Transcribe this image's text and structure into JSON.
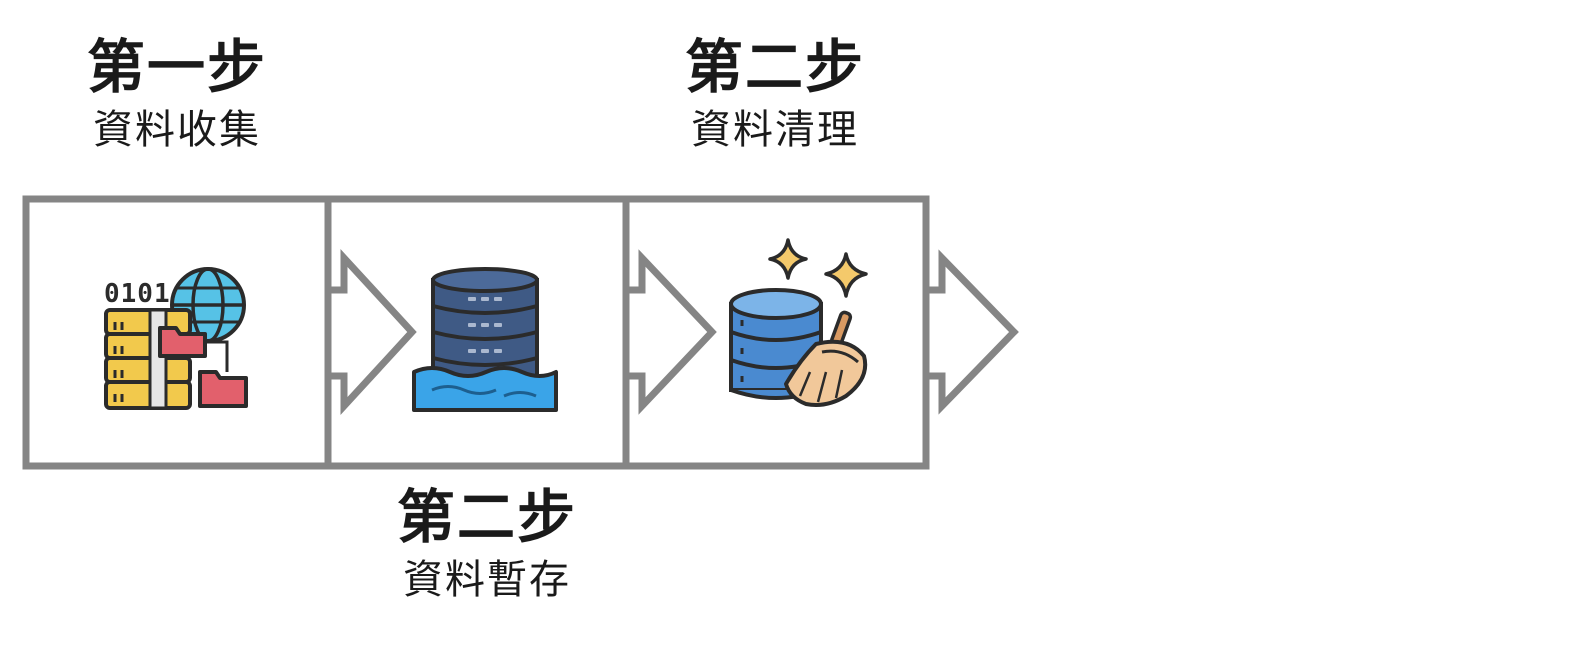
{
  "steps": [
    {
      "title": "第一步",
      "subtitle": "資料收集",
      "icon": "data-collection-icon"
    },
    {
      "title": "第二步",
      "subtitle": "資料暫存",
      "icon": "database-storage-icon"
    },
    {
      "title": "第二步",
      "subtitle": "資料清理",
      "icon": "data-cleaning-icon"
    }
  ],
  "icon_text": {
    "binary": "0101"
  },
  "colors": {
    "outline": "#858585",
    "text": "#1a1a1a",
    "server_yellow": "#f2c94c",
    "folder_red": "#e2606c",
    "globe_blue": "#56c2e6",
    "db_dark": "#3f5a85",
    "water_blue": "#3aa4e8",
    "db_light": "#5b9bd5",
    "sparkle": "#f4c96b",
    "broom": "#f1c89a"
  }
}
